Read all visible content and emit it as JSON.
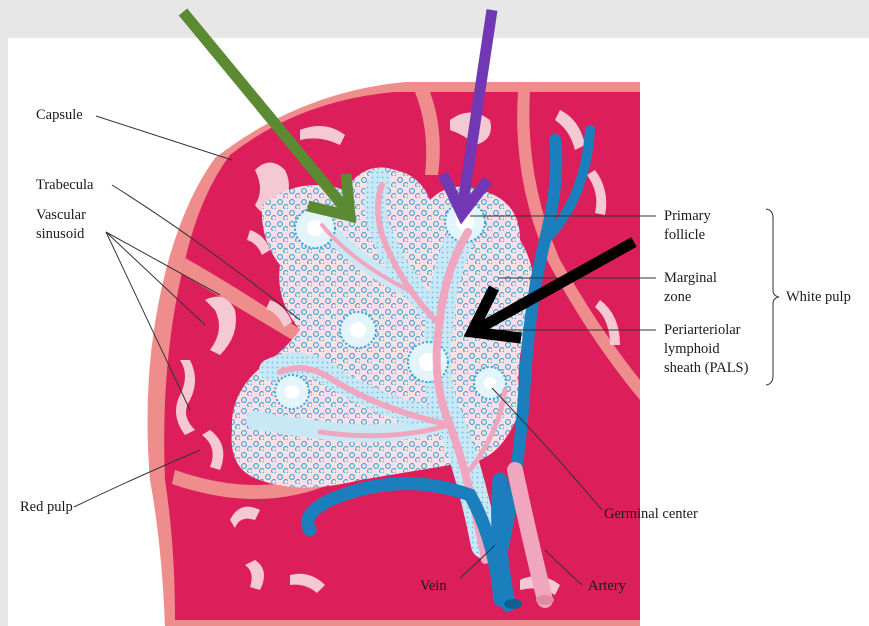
{
  "labels": {
    "capsule": "Capsule",
    "trabecula": "Trabecula",
    "vascular_sinusoid_line1": "Vascular",
    "vascular_sinusoid_line2": "sinusoid",
    "red_pulp": "Red pulp",
    "primary_follicle_line1": "Primary",
    "primary_follicle_line2": "follicle",
    "marginal_zone_line1": "Marginal",
    "marginal_zone_line2": "zone",
    "pals_line1": "Periarteriolar",
    "pals_line2": "lymphoid",
    "pals_line3": "sheath (PALS)",
    "white_pulp": "White pulp",
    "germinal_center": "Germinal center",
    "vein": "Vein",
    "artery": "Artery"
  },
  "colors": {
    "background": "#e7e7e7",
    "capsule": "#ef8c8c",
    "red_pulp": "#dc1f5a",
    "sinusoid": "#f4c9d4",
    "white_pulp": "#fbe1e6",
    "lymphocyte": "#36a6d6",
    "vein": "#1c7fbd",
    "artery": "#f0a6bf",
    "arrow_green": "#5b8a32",
    "arrow_purple": "#7238b3",
    "arrow_black": "#000000"
  },
  "annotation_arrows": [
    "green",
    "purple",
    "black"
  ]
}
